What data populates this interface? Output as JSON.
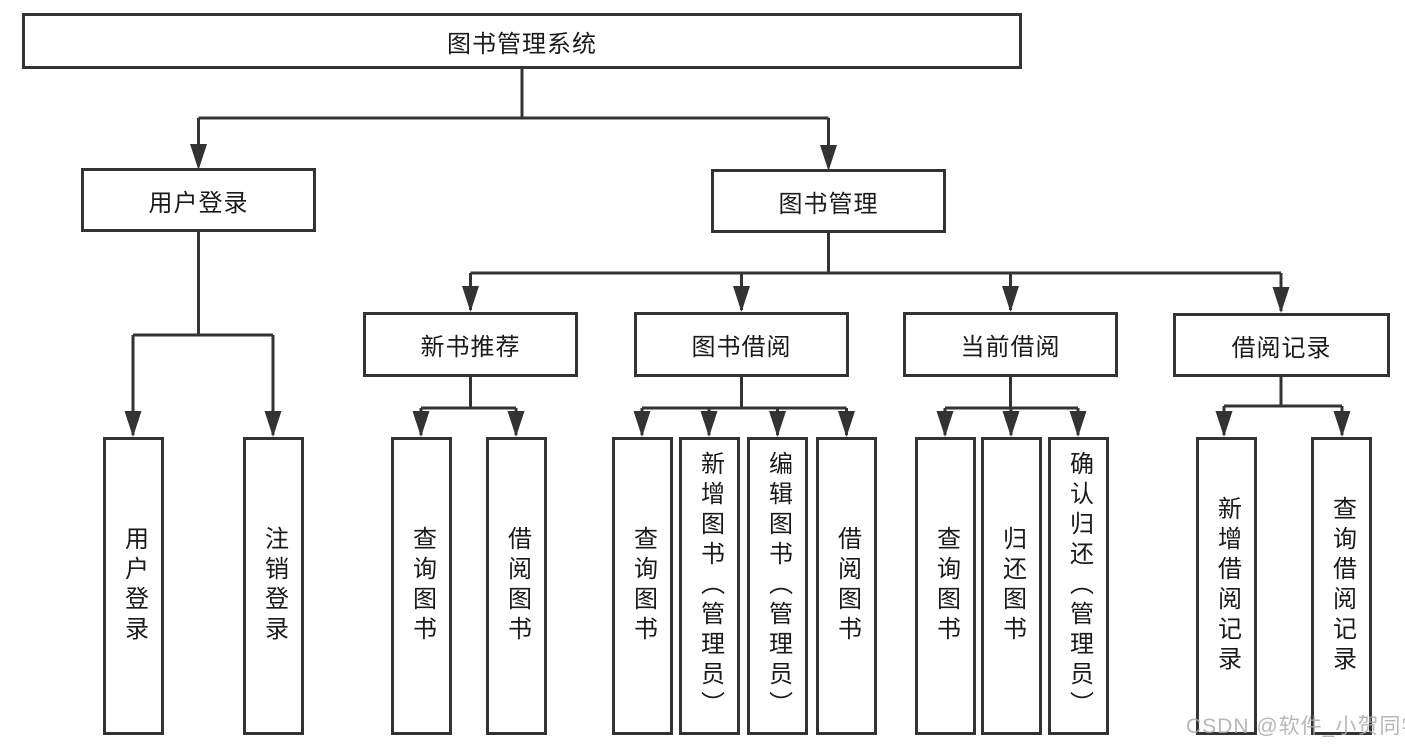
{
  "diagram": {
    "root": {
      "label": "图书管理系统"
    },
    "level2": [
      {
        "label": "用户登录"
      },
      {
        "label": "图书管理"
      }
    ],
    "level3": [
      {
        "label": "新书推荐"
      },
      {
        "label": "图书借阅"
      },
      {
        "label": "当前借阅"
      },
      {
        "label": "借阅记录"
      }
    ],
    "leaves_user_login": [
      {
        "label": "用户登录"
      },
      {
        "label": "注销登录"
      }
    ],
    "leaves_new_book": [
      {
        "label": "查询图书"
      },
      {
        "label": "借阅图书"
      }
    ],
    "leaves_book_borrow": [
      {
        "label": "查询图书"
      },
      {
        "label": "新增图书（管理员）"
      },
      {
        "label": "编辑图书（管理员）"
      },
      {
        "label": "借阅图书"
      }
    ],
    "leaves_current_borrow": [
      {
        "label": "查询图书"
      },
      {
        "label": "归还图书"
      },
      {
        "label": "确认归还（管理员）"
      }
    ],
    "leaves_borrow_record": [
      {
        "label": "新增借阅记录"
      },
      {
        "label": "查询借阅记录"
      }
    ],
    "colors": {
      "line": "#333333",
      "text": "#1a1a1a",
      "background": "#ffffff",
      "watermark": "#ababab"
    }
  },
  "watermark": {
    "text": "CSDN @软件_小贺同学"
  }
}
